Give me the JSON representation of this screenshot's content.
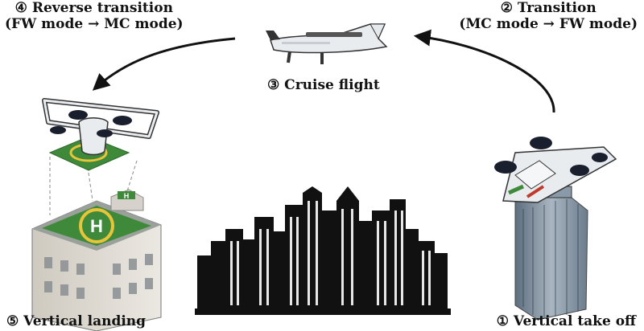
{
  "steps": {
    "takeoff": {
      "num": "①",
      "text": "Vertical take off"
    },
    "transition": {
      "num": "②",
      "text": "Transition",
      "sub": "(MC mode → FW mode)"
    },
    "cruise": {
      "num": "③",
      "text": "Cruise flight"
    },
    "reverse": {
      "num": "④",
      "text": "Reverse transition",
      "sub": "(FW mode → MC mode)"
    },
    "landing": {
      "num": "⑤",
      "text": "Vertical landing"
    }
  },
  "helipad": {
    "letter": "H",
    "small_letter": "H"
  },
  "colors": {
    "arrow": "#111111",
    "pad_green": "#3f8a3a",
    "pad_ring": "#e8c43a",
    "building": "#d9d6cf",
    "tower": "#8a9aa8",
    "skyline": "#111111",
    "aircraft_body": "#e9ecef",
    "rotor": "#1a1f2e"
  },
  "icons": [
    "vtol-aircraft-icon",
    "helipad-icon",
    "skyscraper-icon",
    "city-skyline-icon",
    "curved-arrow-icon"
  ]
}
